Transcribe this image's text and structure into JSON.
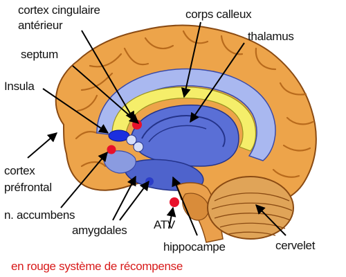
{
  "labels": {
    "cortex_cingulaire_1": "cortex cingulaire",
    "cortex_cingulaire_2": "antérieur",
    "corps_calleux": "corps calleux",
    "thalamus": "thalamus",
    "septum": "septum",
    "insula": "Insula",
    "cortex_prefrontal_1": "cortex",
    "cortex_prefrontal_2": "préfrontal",
    "accumbens": "n. accumbens",
    "amygdales": "amygdales",
    "atv": "ATV",
    "hippocampe": "hippocampe",
    "cervelet": "cervelet"
  },
  "caption": "en rouge système de récompense",
  "colors": {
    "cortex": "#eda44a",
    "cortex_dark": "#b86a1c",
    "limbic_blue": "#5a6fd6",
    "light_blue": "#a9b8f0",
    "corpus_yellow": "#f5ee6a",
    "reward_red": "#e8102a",
    "septum_blue": "#1b2fe0",
    "caption_red": "#d81a1a"
  }
}
